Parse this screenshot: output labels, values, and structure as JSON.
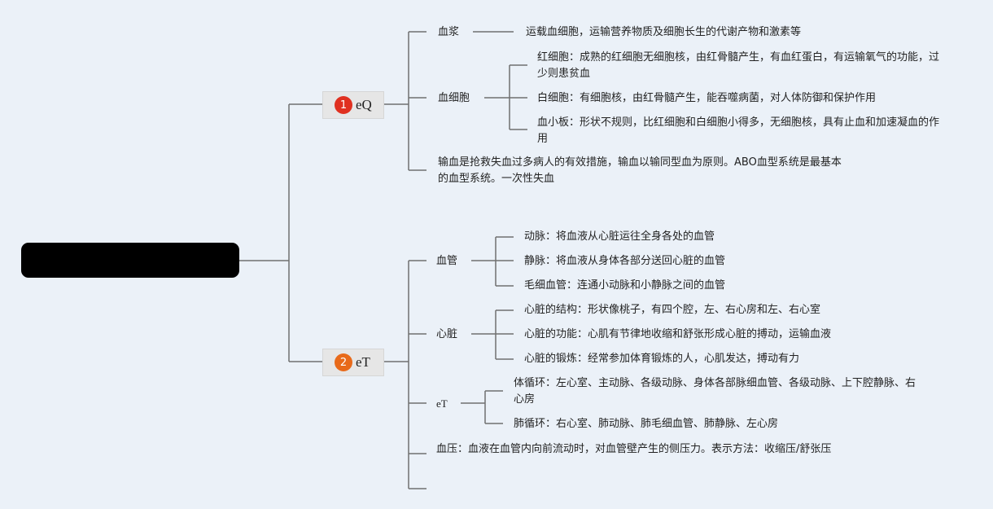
{
  "topics": [
    {
      "number": "1",
      "label": "eQ",
      "badge_color": "#e03020",
      "plasma_label": "血浆",
      "plasma_desc": "运载血细胞，运输营养物质及细胞长生的代谢产物和激素等",
      "cells_label": "血细胞",
      "cells": [
        "红细胞：成熟的红细胞无细胞核，由红骨髓产生，有血红蛋白，有运输氧气的功能，过少则患贫血",
        "白细胞：有细胞核，由红骨髓产生，能吞噬病菌，对人体防御和保护作用",
        "血小板：形状不规则，比红细胞和白细胞小得多，无细胞核，具有止血和加速凝血的作用"
      ],
      "transfusion": "输血是抢救失血过多病人的有效措施，输血以输同型血为原则。ABO血型系统是最基本的血型系统。一次性失血"
    },
    {
      "number": "2",
      "label": "eT",
      "badge_color": "#e86a1a",
      "vessels_label": "血管",
      "vessels": [
        "动脉：将血液从心脏运往全身各处的血管",
        "静脉：将血液从身体各部分送回心脏的血管",
        "毛细血管：连通小动脉和小静脉之间的血管"
      ],
      "heart_label": "心脏",
      "heart": [
        "心脏的结构：形状像桃子，有四个腔，左、右心房和左、右心室",
        "心脏的功能：心肌有节律地收缩和舒张形成心脏的搏动，运输血液",
        "心脏的锻炼：经常参加体育锻炼的人，心肌发达，搏动有力"
      ],
      "circulation_label": "eT",
      "circulation": [
        "体循环：左心室、主动脉、各级动脉、身体各部脉细血管、各级动脉、上下腔静脉、右心房",
        "肺循环：右心室、肺动脉、肺毛细血管、肺静脉、左心房"
      ],
      "pressure": "血压：血液在血管内向前流动时，对血管壁产生的侧压力。表示方法：收缩压/舒张压"
    }
  ],
  "colors": {
    "background": "#ebf1f8",
    "line": "#707070",
    "root": "#000000",
    "topic_bg": "#e6e6e6"
  }
}
